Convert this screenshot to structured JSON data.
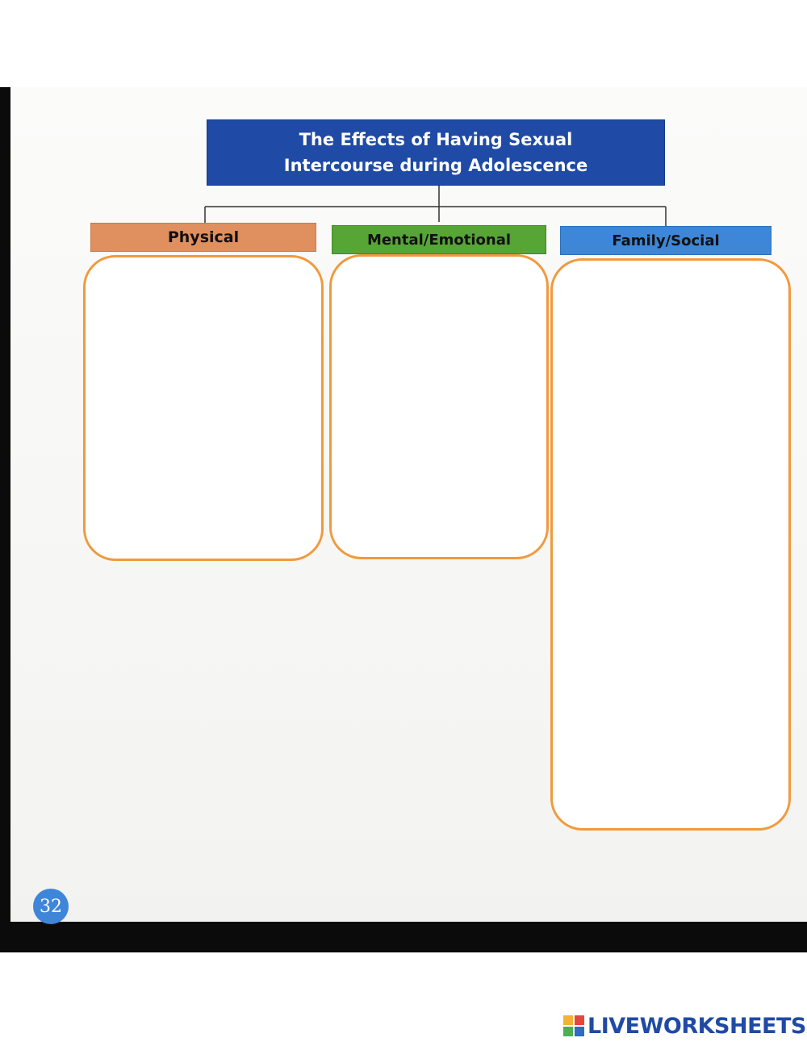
{
  "header": {
    "title": "The Effects of Having Sexual Intercourse during Adolescence"
  },
  "categories": [
    {
      "label": "Physical",
      "color": "#e08f5e"
    },
    {
      "label": "Mental/Emotional",
      "color": "#56a535"
    },
    {
      "label": "Family/Social",
      "color": "#3d86d8"
    }
  ],
  "answer_box_color": "#f09a3e",
  "page_number": "32",
  "footer": {
    "brand": "LIVEWORKSHEETS",
    "brand_color": "#1f4aa5"
  },
  "icons": [
    "liveworksheets-logo-icon"
  ]
}
